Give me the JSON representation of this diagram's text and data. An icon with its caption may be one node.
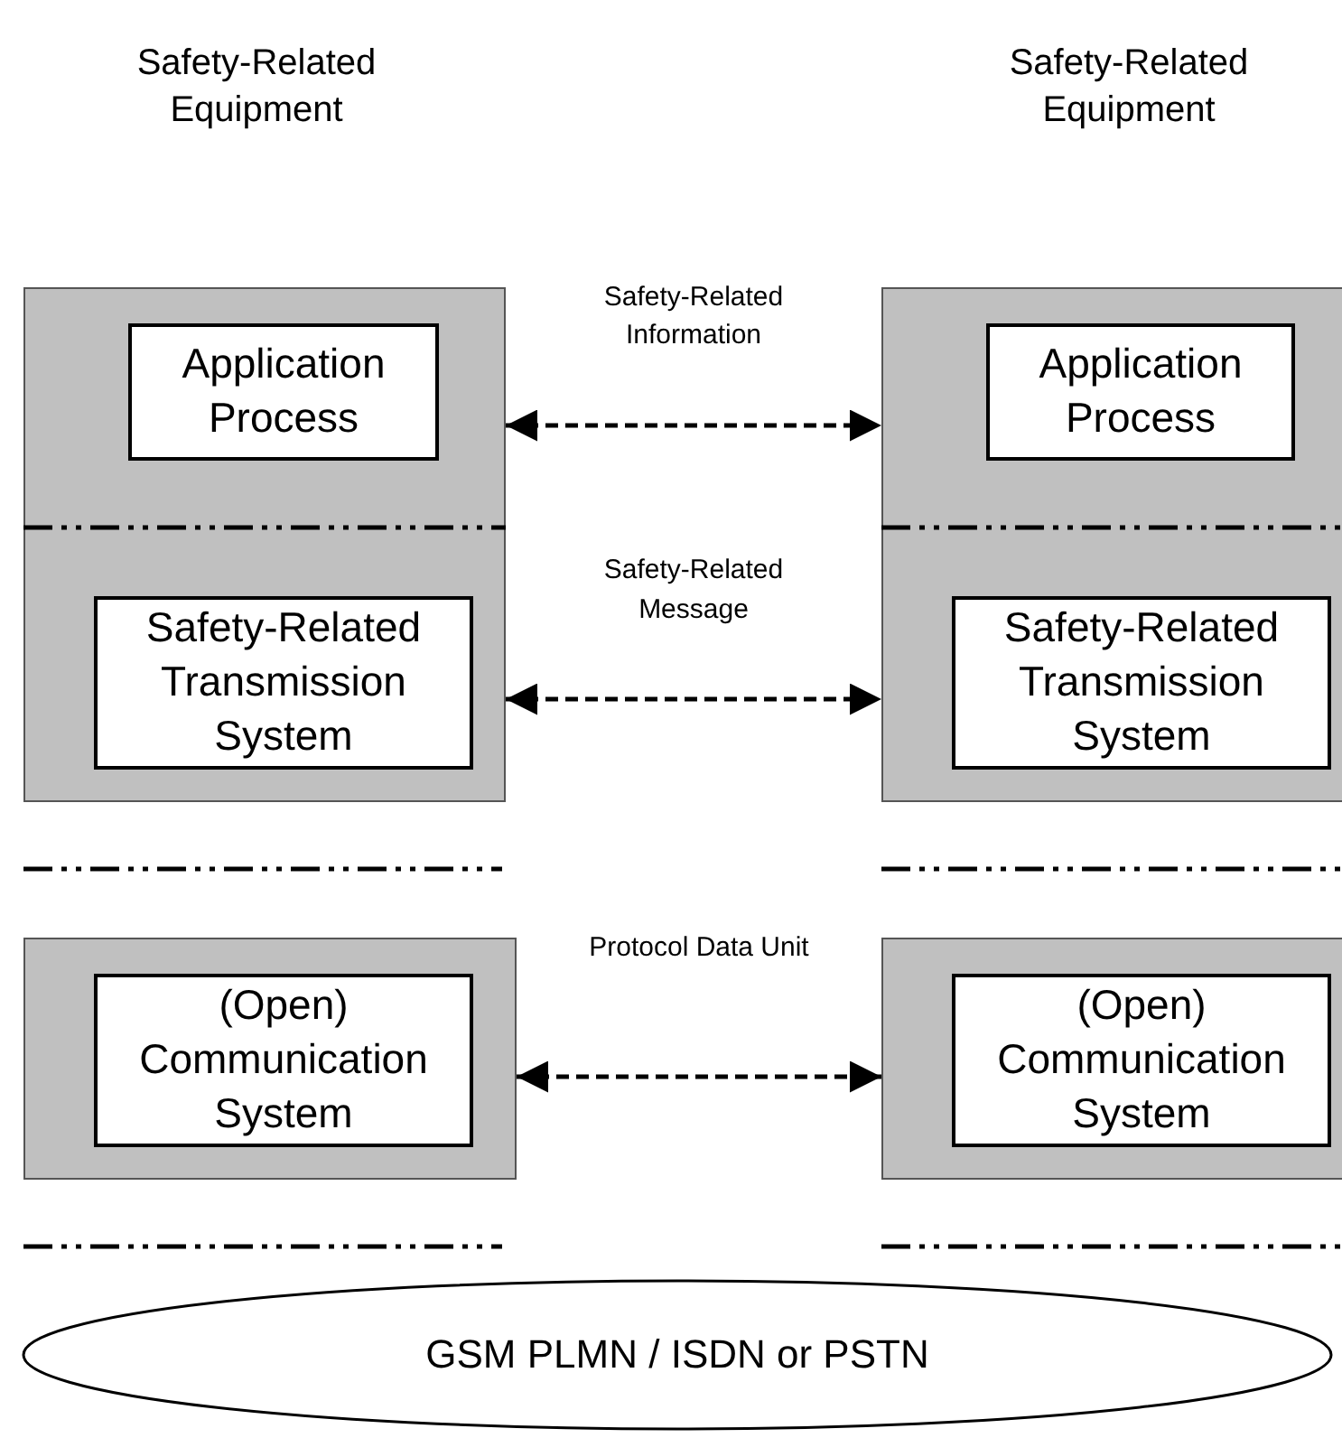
{
  "diagram": {
    "nodes": [
      {
        "text": [],
        "shape": "box"
      },
      {
        "text": [
          "Application Process"
        ],
        "in": 0
      },
      {
        "text": [],
        "shape": "box"
      },
      {
        "text": [
          "Safety-Related Transmission System"
        ],
        "in": 2
      },
      {
        "text": [],
        "shape": "box"
      },
      {
        "text": [
          "Application Process"
        ],
        "in": 4
      },
      {
        "text": [],
        "shape": "box"
      },
      {
        "text": [
          "Safety-Related Transmission System"
        ],
        "in": 6
      },
      {
        "text": [],
        "shape": "box"
      },
      {
        "text": [
          "(Open) Communication System"
        ],
        "in": 8
      },
      {
        "text": [],
        "shape": "box"
      },
      {
        "text": [
          "(Open) Communication System"
        ],
        "in": 10
      },
      {
        "text": [
          "GSM PLMN / ISDN or PSTN"
        ]
      }
    ],
    "edges": [
      {
        "from": 0,
        "to": 4,
        "arrow": "both",
        "label": "Safety-Related Information",
        "style": "dashed"
      },
      {
        "from": 2,
        "to": 6,
        "arrow": "both",
        "label": "Safety-Related Message",
        "style": "dashed"
      },
      {
        "from": 8,
        "to": 10,
        "arrow": "both",
        "label": "Protocol Data Unit",
        "style": "dashed"
      }
    ],
    "labels": [
      "Safety-Related Equipment",
      "Safety-Related Equipment"
    ]
  }
}
